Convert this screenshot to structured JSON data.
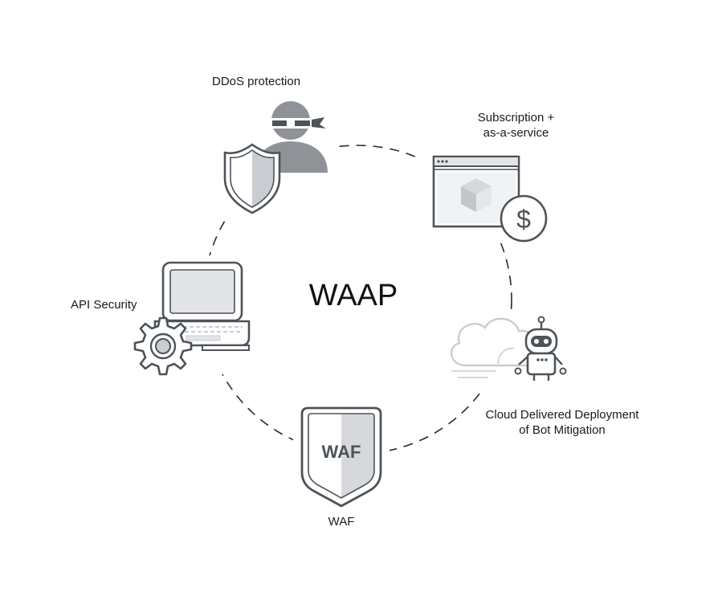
{
  "diagram": {
    "center_label": "WAAP",
    "nodes": {
      "ddos": {
        "label": "DDoS protection",
        "icon": "shield-thief-icon"
      },
      "subscription": {
        "label_line1": "Subscription +",
        "label_line2": "as-a-service",
        "icon": "browser-dollar-icon"
      },
      "bot": {
        "label_line1": "Cloud Delivered Deployment",
        "label_line2": "of Bot Mitigation",
        "icon": "cloud-robot-icon"
      },
      "waf": {
        "label": "WAF",
        "badge_text": "WAF",
        "icon": "waf-shield-icon"
      },
      "api": {
        "label": "API Security",
        "icon": "laptop-gear-icon"
      }
    },
    "colors": {
      "stroke": "#4d5359",
      "fill_gray": "#8f9296",
      "fill_light": "#e2e4e7",
      "fill_mid": "#c9ccd0",
      "text": "#1a1a1a"
    }
  }
}
